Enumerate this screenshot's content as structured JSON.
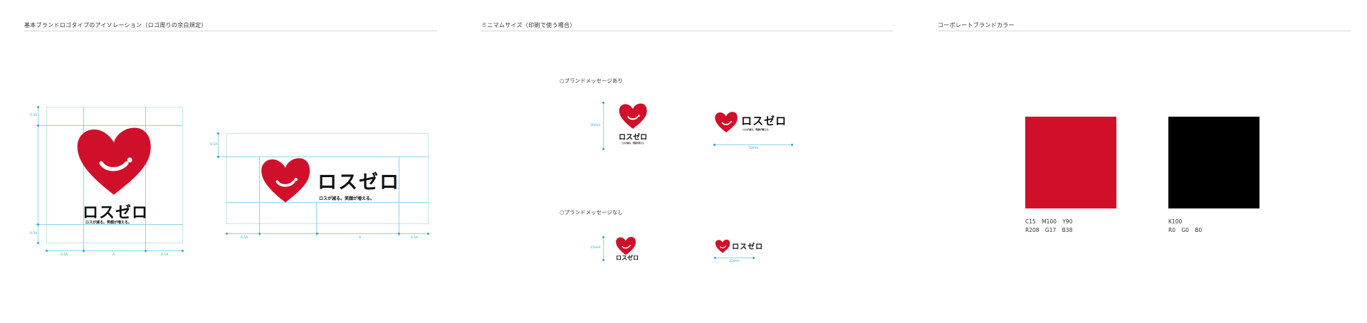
{
  "sections": {
    "isolation": {
      "title": "基本ブランドロゴタイプのアイソレーション（ロゴ周りの余白規定）"
    },
    "minimum": {
      "title": "ミニマムサイズ（印刷で使う場合）"
    },
    "color": {
      "title": "コーポレートブランドカラー"
    }
  },
  "logo": {
    "wordmark": "ロスゼロ",
    "tagline": "ロスが減る。笑顔が増える。",
    "heart_color": "#d0102a",
    "text_color": "#111111"
  },
  "dimensions": {
    "margin": "0.5A",
    "full": "A"
  },
  "minimum_size": {
    "with_message": {
      "label": "○ブランドメッセージあり",
      "vertical": "30mm",
      "horizontal": "50mm"
    },
    "without_message": {
      "label": "○ブランドメッセージなし",
      "vertical": "15mm",
      "horizontal": "25mm"
    }
  },
  "colors": [
    {
      "name": "red",
      "hex": "#d0102a",
      "cmyk": "C15 M100 Y90",
      "rgb": "R208 G17 B38"
    },
    {
      "name": "black",
      "hex": "#000000",
      "cmyk": "K100",
      "rgb": "R0 G0 B0"
    }
  ],
  "icons": {
    "heart": "heart-smile-icon"
  }
}
